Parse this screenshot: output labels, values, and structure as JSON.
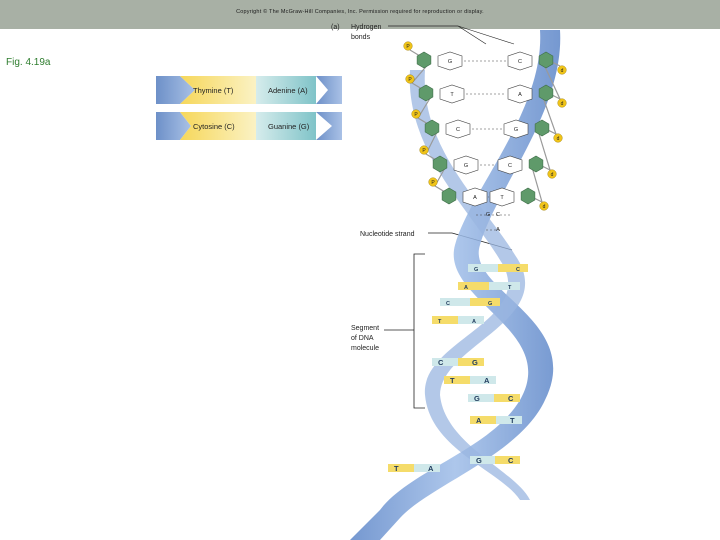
{
  "copyright": "Copyright © The McGraw-Hill Companies, Inc. Permission required for reproduction or display.",
  "figure_label": "Fig. 4.19a",
  "panel_label": "(a)",
  "labels": {
    "hydrogen_bonds": [
      "Hydrogen",
      "bonds"
    ],
    "nucleotide_strand": "Nucleotide strand",
    "segment": [
      "Segment",
      "of DNA",
      "molecule"
    ]
  },
  "key": {
    "pairs": [
      {
        "left": "Thymine (T)",
        "right": "Adenine (A)"
      },
      {
        "left": "Cytosine (C)",
        "right": "Guanine (G)"
      }
    ],
    "colors": {
      "thymine": "#f1e5a6",
      "adenine": "#d6ecec",
      "cytosine": "#f1e5a6",
      "guanine": "#d6ecec",
      "backbone": "#7d9fd3"
    }
  },
  "structure_labels": {
    "phosphate": "P",
    "deoxyribose": "d",
    "ladder": [
      {
        "l": "G",
        "r": "C"
      },
      {
        "l": "T",
        "r": "A"
      },
      {
        "l": "C",
        "r": "G"
      },
      {
        "l": "G",
        "r": "C"
      },
      {
        "l": "A",
        "r": "T"
      },
      {
        "l": "G",
        "r": "C"
      },
      {
        "l": "A",
        "r": ""
      }
    ]
  },
  "helix_bases": [
    {
      "l": "G",
      "r": "C"
    },
    {
      "l": "A",
      "r": "T"
    },
    {
      "l": "C",
      "r": "G"
    },
    {
      "l": "T",
      "r": "A"
    },
    {
      "l": "C",
      "r": "G"
    },
    {
      "l": "T",
      "r": "A"
    },
    {
      "l": "G",
      "r": "C"
    },
    {
      "l": "A",
      "r": "T"
    },
    {
      "l": "G",
      "r": "C"
    },
    {
      "l": "T",
      "r": "A"
    }
  ]
}
